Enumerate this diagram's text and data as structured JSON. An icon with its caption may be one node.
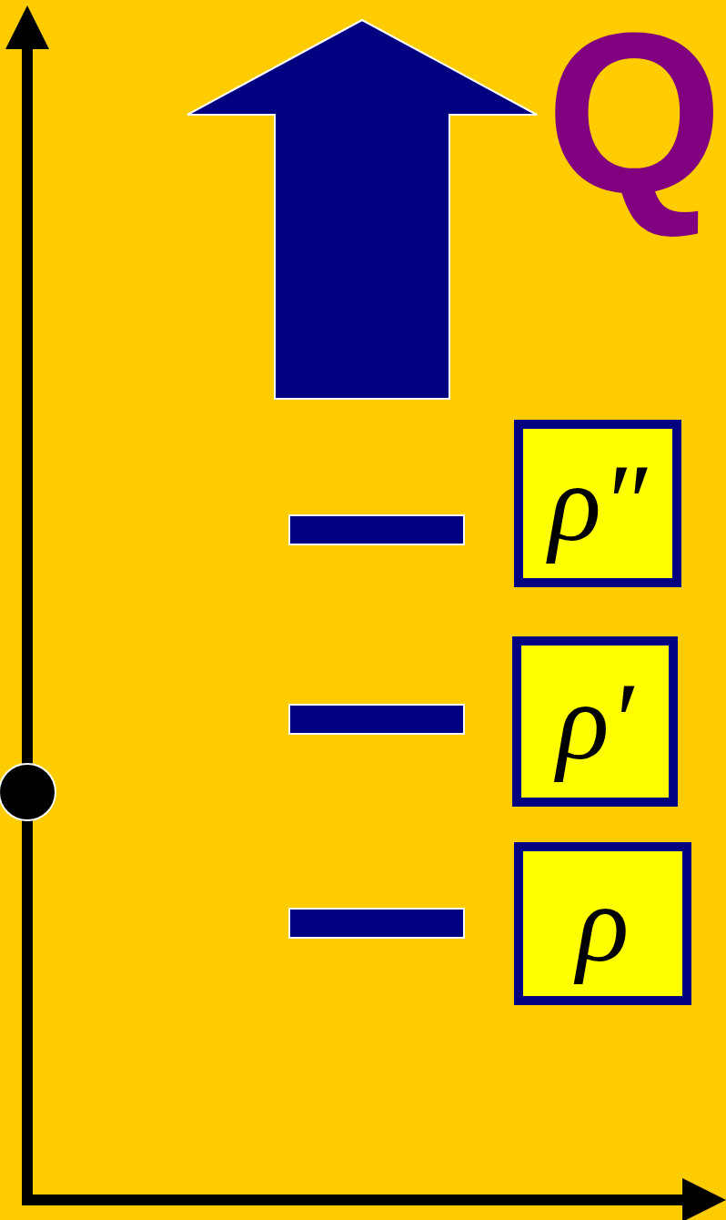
{
  "diagram": {
    "nodes": [
      {
        "text": [],
        "shape": "bar"
      },
      {
        "text": [
          "ρ″"
        ]
      },
      {
        "text": [],
        "shape": "bar"
      },
      {
        "text": [
          "ρ′"
        ]
      },
      {
        "text": [],
        "shape": "bar"
      },
      {
        "text": [
          "ρ"
        ]
      }
    ],
    "labels": [
      "Q"
    ]
  }
}
